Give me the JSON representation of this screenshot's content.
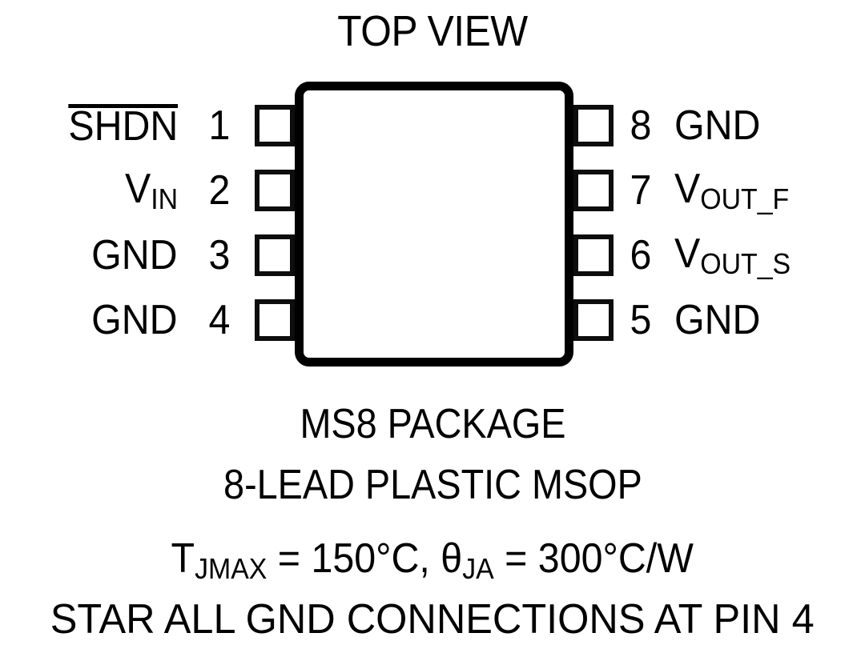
{
  "diagram": {
    "title": "TOP VIEW",
    "package_outline": "ic-package-body",
    "pins_left": [
      {
        "number": "1",
        "signal": "SHDN",
        "overline": true,
        "sub": ""
      },
      {
        "number": "2",
        "signal": "V",
        "overline": false,
        "sub": "IN"
      },
      {
        "number": "3",
        "signal": "GND",
        "overline": false,
        "sub": ""
      },
      {
        "number": "4",
        "signal": "GND",
        "overline": false,
        "sub": ""
      }
    ],
    "pins_right": [
      {
        "number": "8",
        "signal": "GND",
        "overline": false,
        "sub": ""
      },
      {
        "number": "7",
        "signal": "V",
        "overline": false,
        "sub": "OUT_F"
      },
      {
        "number": "6",
        "signal": "V",
        "overline": false,
        "sub": "OUT_S"
      },
      {
        "number": "5",
        "signal": "GND",
        "overline": false,
        "sub": ""
      }
    ],
    "captions": {
      "package_name": "MS8 PACKAGE",
      "lead_description": "8-LEAD PLASTIC MSOP",
      "thermal_t_symbol": "T",
      "thermal_t_sub": "JMAX",
      "thermal_t_value": " = 150°C, ",
      "thermal_theta_symbol": "θ",
      "thermal_theta_sub": "JA",
      "thermal_theta_value": " = 300°C/W",
      "star_note": "STAR ALL GND CONNECTIONS AT PIN 4"
    },
    "colors": {
      "ink": "#000000",
      "background": "#ffffff"
    }
  }
}
